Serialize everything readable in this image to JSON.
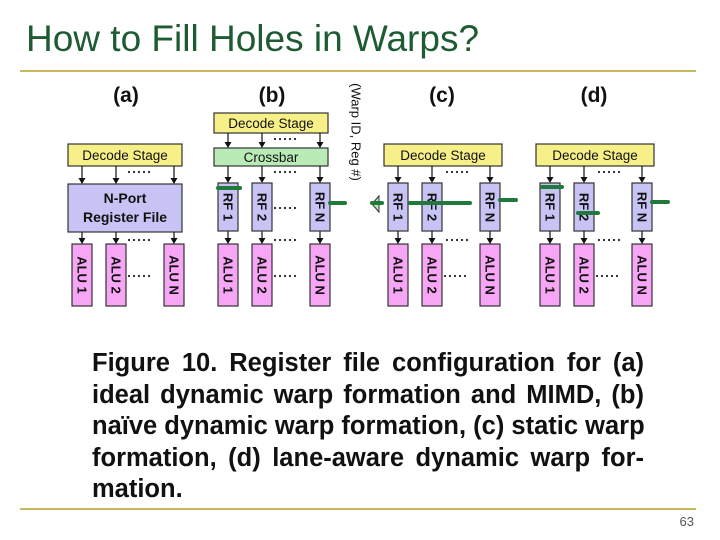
{
  "slide": {
    "title": "How to Fill Holes in Warps?",
    "page_number": "63"
  },
  "figure": {
    "panel_labels": [
      "(a)",
      "(b)",
      "(c)",
      "(d)"
    ],
    "decode_stage": "Decode Stage",
    "crossbar": "Crossbar",
    "register_file": [
      "N-Port",
      "Register File"
    ],
    "rf_labels": [
      "RF 1",
      "RF 2",
      "RF N"
    ],
    "alu_labels": [
      "ALU 1",
      "ALU 2",
      "ALU N"
    ],
    "side_note": "(Warp ID, Reg #)",
    "caption_lines": [
      "Figure 10. Register file configuration for (a)",
      "ideal dynamic warp formation and MIMD, (b)",
      "naïve dynamic warp formation, (c) static warp",
      "formation, (d) lane-aware dynamic warp for-",
      "mation."
    ],
    "colors": {
      "decode": "#f7f089",
      "crossbar": "#b9ebb7",
      "register": "#c7c3f4",
      "alu": "#f6a6f4",
      "wire": "#111111",
      "highlight": "#1f7a3c"
    }
  }
}
